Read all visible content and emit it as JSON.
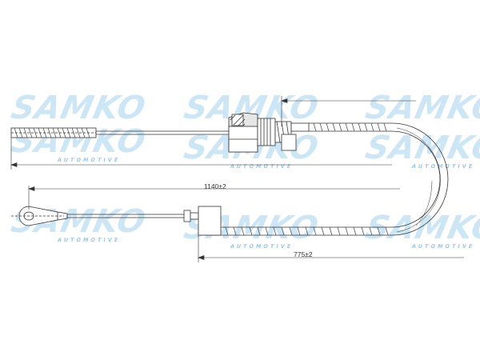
{
  "dimensions": {
    "overall_length": "1140±2",
    "sheath_length": "775±2"
  },
  "watermark": {
    "brand": "SAMKO",
    "subtitle": "AUTOMOTIVE",
    "color": "#a6d2ee",
    "subtitle_color": "#6fb3df"
  },
  "colors": {
    "line": "#333333",
    "hatch": "#555555",
    "part_fill": "#e6e6e6"
  }
}
